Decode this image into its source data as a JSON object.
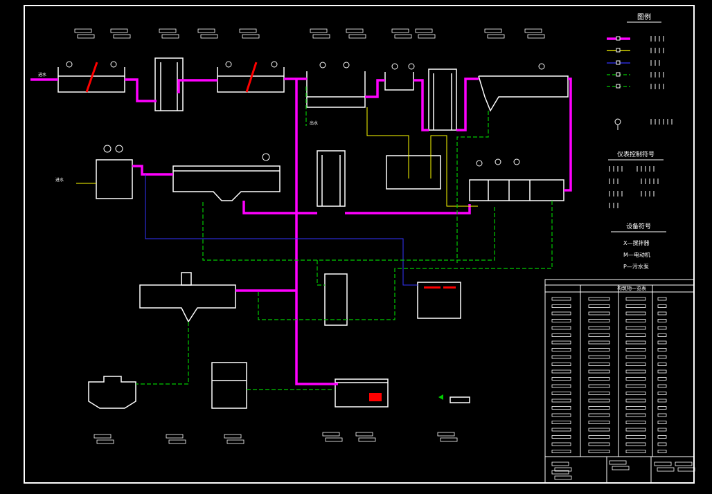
{
  "legend": {
    "title": "图例",
    "instrument_title": "仪表控制符号",
    "equipment_title": "设备符号",
    "equipment_items": [
      "X—搅拌器",
      "M—电动机",
      "P—污水泵"
    ]
  },
  "labels": {
    "inlet1": "进水",
    "inlet2": "进水",
    "outlet": "出水"
  },
  "colors": {
    "sludge": "#ff00ff",
    "chemical": "#ffff00",
    "return": "#0000ff",
    "green": "#00cc00",
    "line": "#ffffff",
    "red": "#ff0000"
  },
  "table": {
    "title": "构筑物一览表"
  }
}
